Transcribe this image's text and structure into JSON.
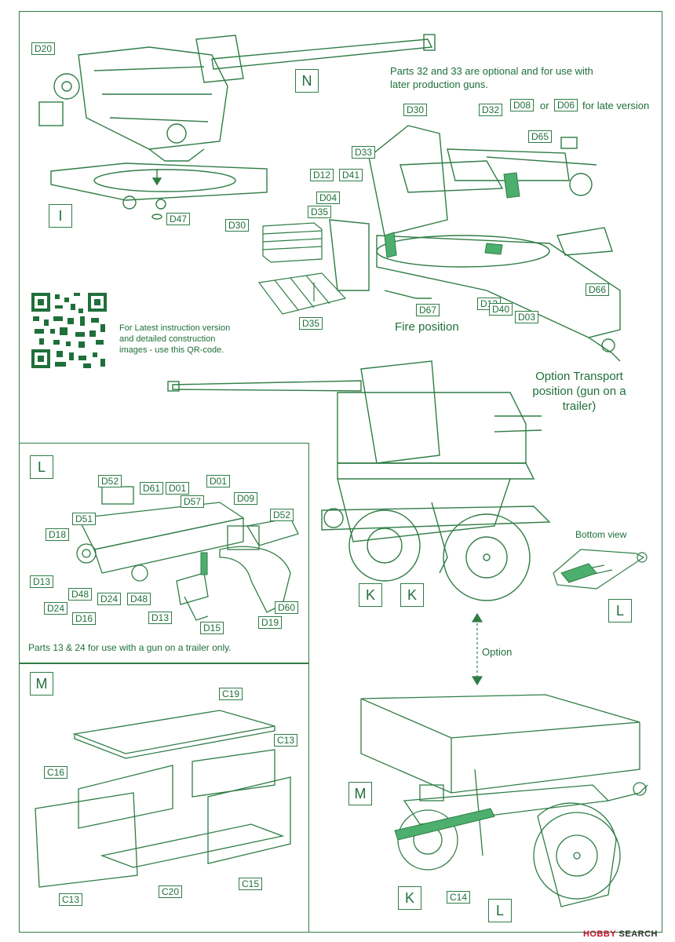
{
  "section_n": {
    "label": "N",
    "parts": {
      "d20": "D20",
      "i": "I",
      "d47": "D47"
    }
  },
  "notes": {
    "optional": "Parts 32 and 33 are optional and for use with later production guns.",
    "or_text": "or",
    "late_version": "for late version",
    "qr_text": "For Latest instruction version and detailed construction images - use this QR-code.",
    "fire_position": "Fire position",
    "option_transport": "Option Transport position (gun on a trailer)",
    "bottom_view": "Bottom view",
    "parts_13_24": "Parts 13 & 24 for use with a gun on a trailer only.",
    "option": "Option"
  },
  "fire_parts": {
    "d30a": "D30",
    "d32": "D32",
    "d08": "D08",
    "d06": "D06",
    "d33": "D33",
    "d65": "D65",
    "d12a": "D12",
    "d41": "D41",
    "d04": "D04",
    "d35a": "D35",
    "d30b": "D30",
    "d35b": "D35",
    "d67": "D67",
    "d12b": "D12",
    "d40": "D40",
    "d03": "D03",
    "d66": "D66"
  },
  "section_l": {
    "label": "L",
    "parts": {
      "d52a": "D52",
      "d61": "D61",
      "d01a": "D01",
      "d01b": "D01",
      "d57": "D57",
      "d09": "D09",
      "d52b": "D52",
      "d51": "D51",
      "d18": "D18",
      "d13a": "D13",
      "d48a": "D48",
      "d24a": "D24",
      "d24b": "D24",
      "d48b": "D48",
      "d16": "D16",
      "d13b": "D13",
      "d15": "D15",
      "d60": "D60",
      "d19": "D19"
    }
  },
  "transport": {
    "k1": "K",
    "k2": "K",
    "l": "L"
  },
  "section_m": {
    "label": "M",
    "parts": {
      "c19": "C19",
      "c13a": "C13",
      "c16": "C16",
      "c20": "C20",
      "c15": "C15",
      "c13b": "C13"
    }
  },
  "assembly_bottom": {
    "m": "M",
    "k": "K",
    "c14": "C14",
    "l": "L"
  },
  "watermark": {
    "brand": "HOBBY",
    "rest": "SEARCH"
  },
  "colors": {
    "ink": "#1f6f3a",
    "line": "#2f7d45",
    "accent": "#4caf6e"
  }
}
